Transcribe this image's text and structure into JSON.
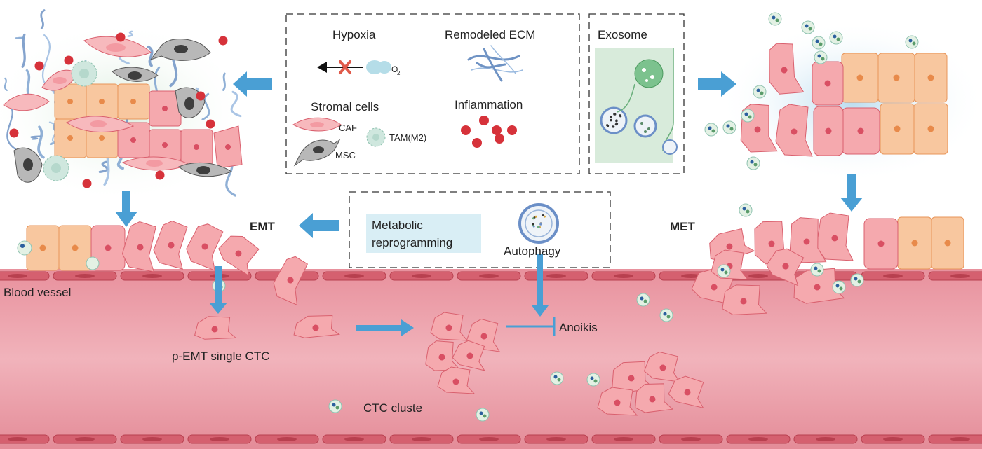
{
  "labels": {
    "hypoxia": "Hypoxia",
    "o2": "O",
    "o2_sub": "2",
    "remodeled_ecm": "Remodeled ECM",
    "exosome": "Exosome",
    "stromal_cells": "Stromal cells",
    "caf": "CAF",
    "tam": "TAM(M2)",
    "msc": "MSC",
    "inflammation": "Inflammation",
    "emt": "EMT",
    "met": "MET",
    "metabolic_line1": "Metabolic",
    "metabolic_line2": "reprogramming",
    "autophagy": "Autophagy",
    "blood_vessel": "Blood vessel",
    "pemt_single_ctc": "p-EMT single CTC",
    "anoikis": "Anoikis",
    "ctc_cluster": "CTC cluste"
  },
  "colors": {
    "arrow": "#4a9fd4",
    "vessel": "#e28d99",
    "vessel_wall": "#c8505f",
    "mesenchymal_cell": "#f5a9ae",
    "epithelial_cell": "#f8c79f",
    "nucleus": "#d94f63",
    "inflammation_dot": "#d6323a",
    "ecm_fiber": "#8aaed6",
    "exosome_bg": "#d8ebdb",
    "metabolic_box": "#d9eef5"
  }
}
